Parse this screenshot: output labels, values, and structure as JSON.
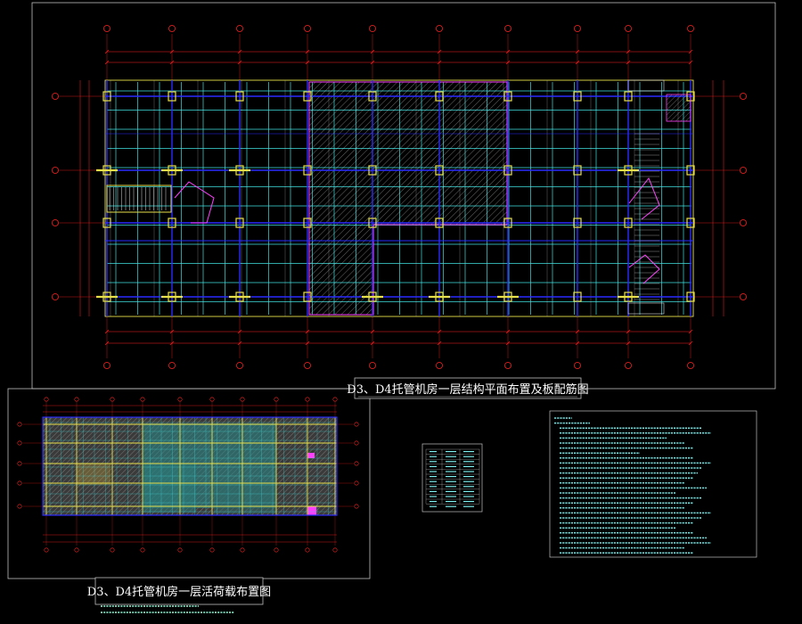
{
  "drawing": {
    "main_title": "D3、D4托管机房一层结构平面布置及板配筋图",
    "secondary_title": "D3、D4托管机房一层活荷载布置图"
  },
  "colors": {
    "background": "#000000",
    "frame": "#bfbfbf",
    "grid_axis": "#ff2020",
    "beam_blue": "#2a2aff",
    "slab_cyan": "#40e0e0",
    "column_yellow": "#e8e04a",
    "hatch_magenta": "#ff40ff",
    "text_white": "#ffffff"
  },
  "icons": {
    "axis_bubble": "red-circle-axis-marker",
    "column": "yellow-column-block"
  }
}
